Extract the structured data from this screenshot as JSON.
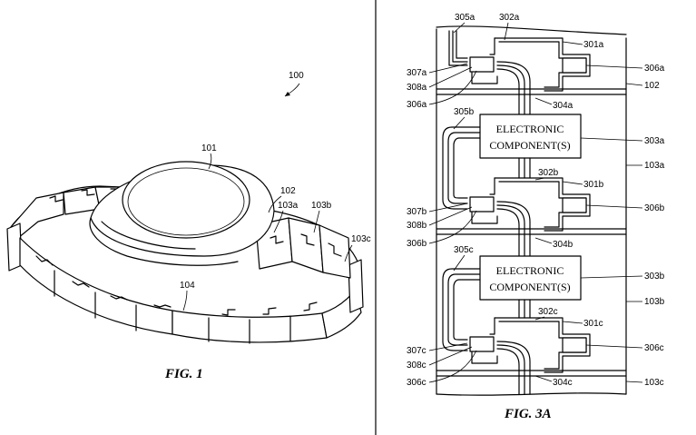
{
  "figures": {
    "fig1": {
      "caption": "FIG. 1",
      "labels": {
        "device": "100",
        "body": "101",
        "band": "102",
        "link_a": "103a",
        "link_b": "103b",
        "link_c": "103c",
        "band_lower": "104"
      }
    },
    "fig3a": {
      "caption": "FIG. 3A",
      "component_text": [
        "ELECTRONIC",
        "COMPONENT(S)"
      ],
      "labels": {
        "l305a": "305a",
        "l302a": "302a",
        "l301a": "301a",
        "l307a": "307a",
        "l308a": "308a",
        "l306a_left": "306a",
        "l306a_right": "306a",
        "l102": "102",
        "l304a": "304a",
        "l305b": "305b",
        "l303a": "303a",
        "l103a": "103a",
        "l302b": "302b",
        "l301b": "301b",
        "l307b": "307b",
        "l308b": "308b",
        "l306b_left": "306b",
        "l306b_right": "306b",
        "l304b": "304b",
        "l305c": "305c",
        "l303b": "303b",
        "l103b": "103b",
        "l302c": "302c",
        "l301c": "301c",
        "l307c": "307c",
        "l308c": "308c",
        "l306c_left": "306c",
        "l306c_right": "306c",
        "l304c": "304c",
        "l103c": "103c"
      }
    }
  }
}
